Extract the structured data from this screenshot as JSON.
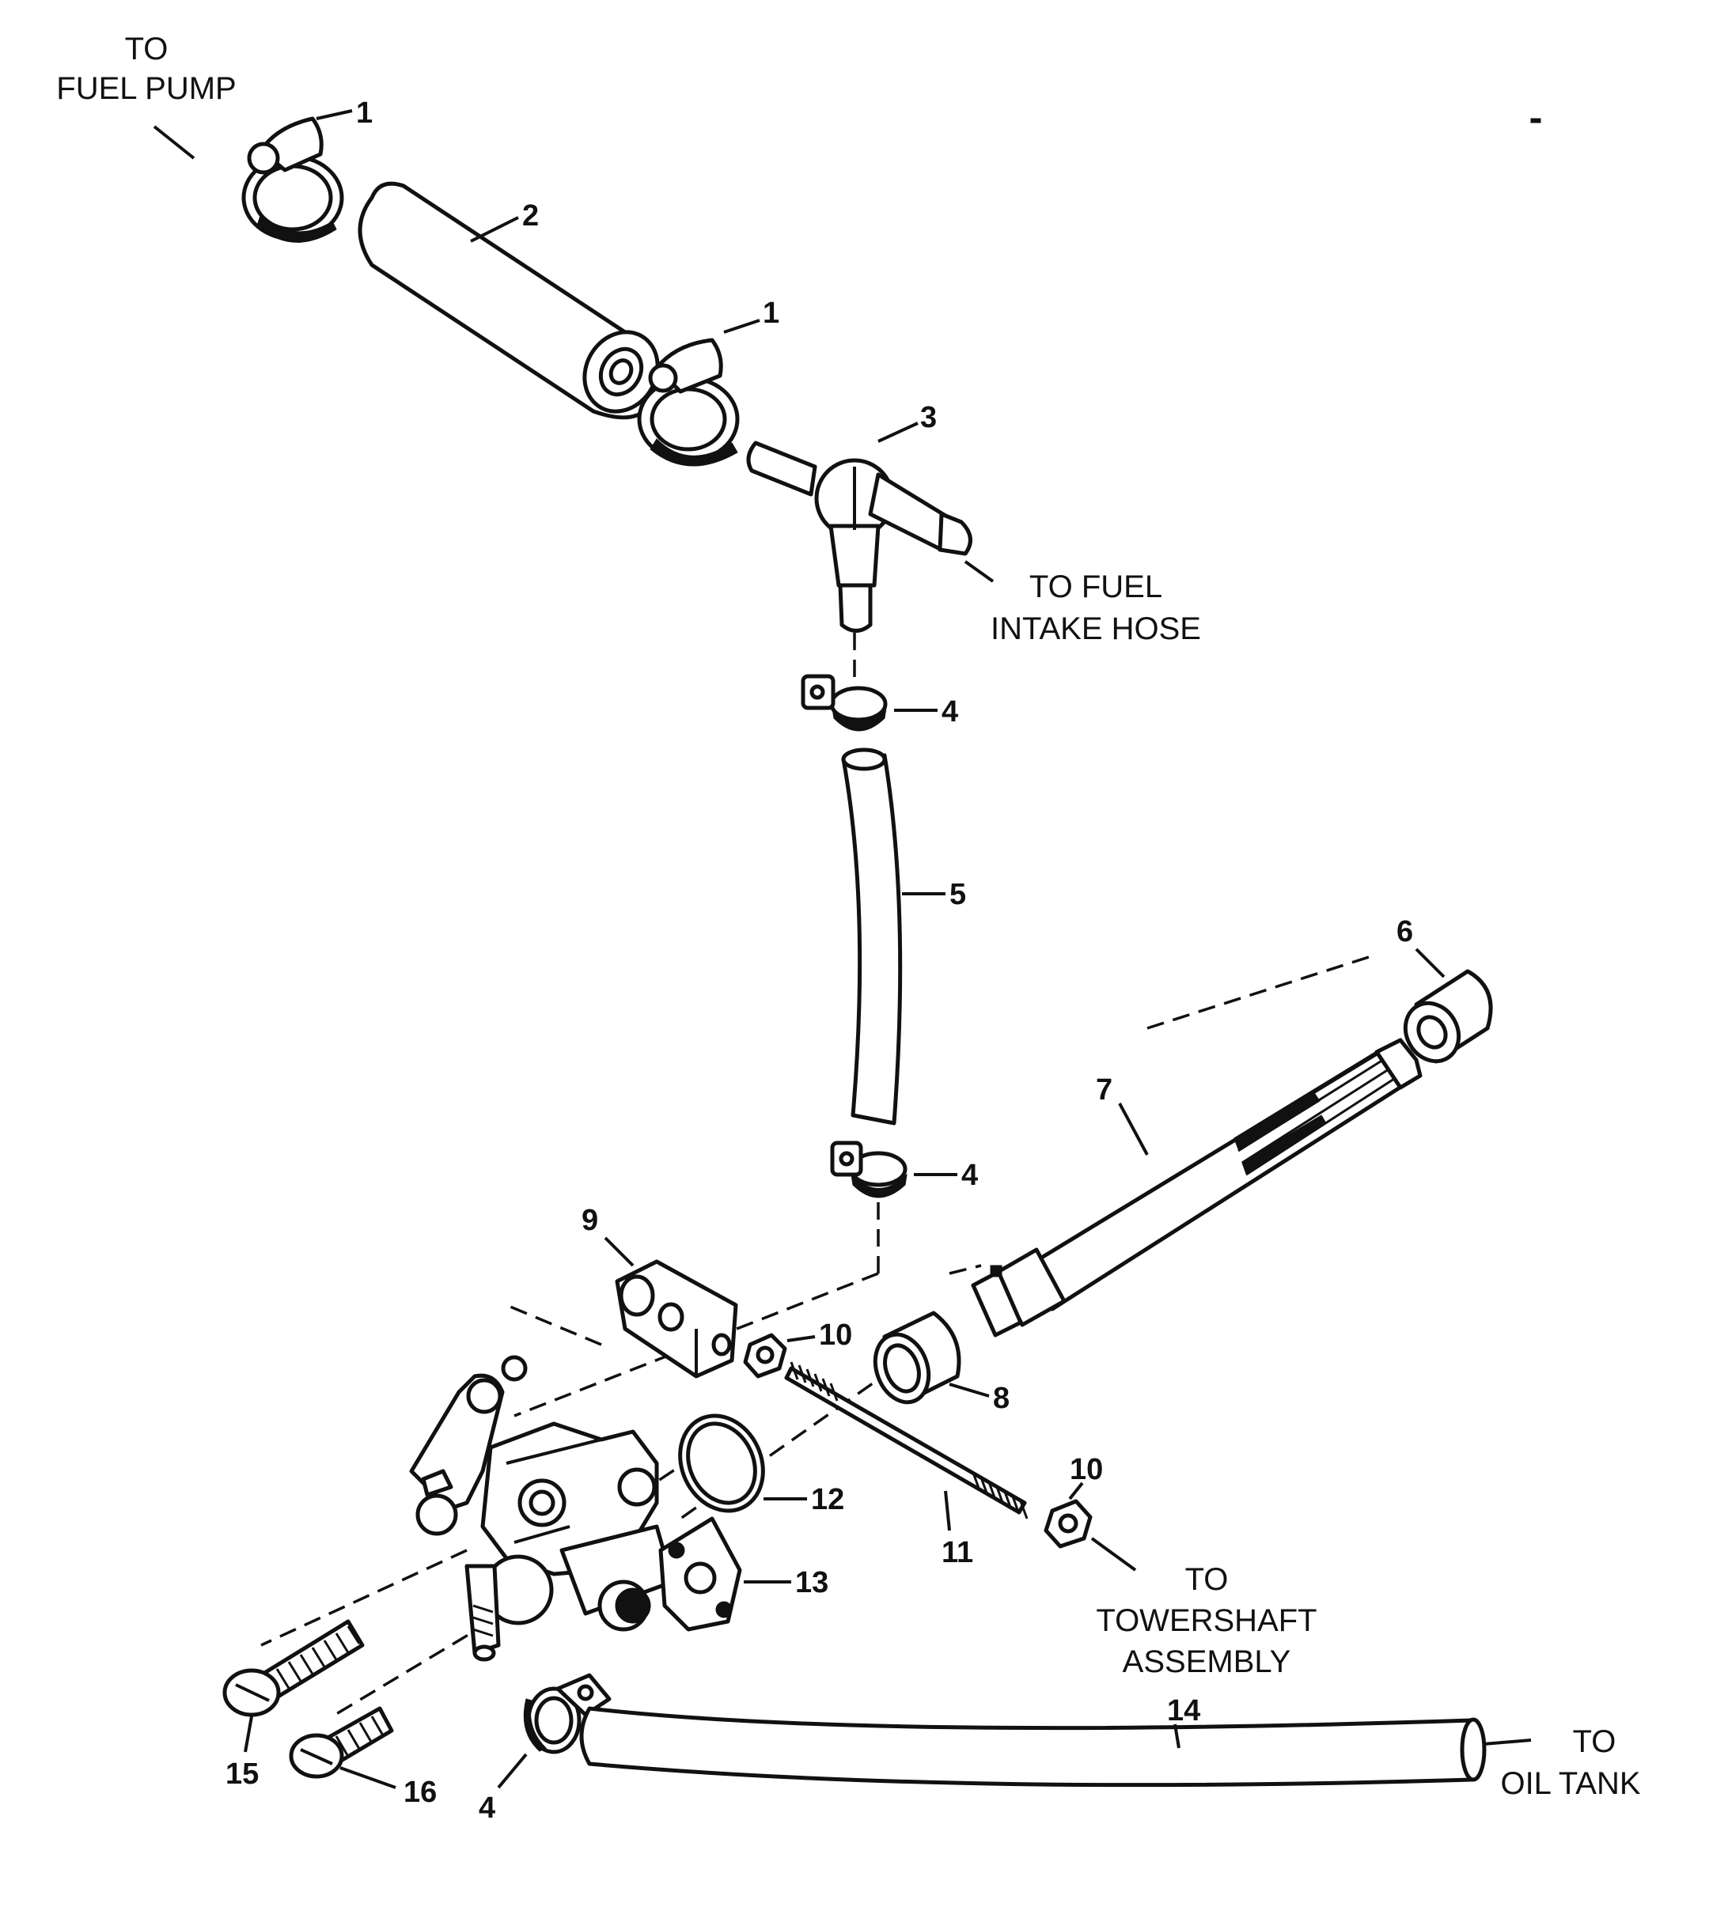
{
  "notes": {
    "to_fuel_pump": [
      "TO",
      "FUEL PUMP"
    ],
    "to_fuel_intake_hose": [
      "TO FUEL",
      "INTAKE HOSE"
    ],
    "to_towershaft_assembly": [
      "TO",
      "TOWERSHAFT",
      "ASSEMBLY"
    ],
    "to_oil_tank": [
      "TO",
      "OIL TANK"
    ]
  },
  "callouts": {
    "c1a": "1",
    "c1b": "1",
    "c2": "2",
    "c3": "3",
    "c4a": "4",
    "c4b": "4",
    "c4c": "4",
    "c5": "5",
    "c6": "6",
    "c7": "7",
    "c8": "8",
    "c9": "9",
    "c10a": "10",
    "c10b": "10",
    "c11": "11",
    "c12": "12",
    "c13": "13",
    "c14": "14",
    "c15": "15",
    "c16": "16"
  }
}
